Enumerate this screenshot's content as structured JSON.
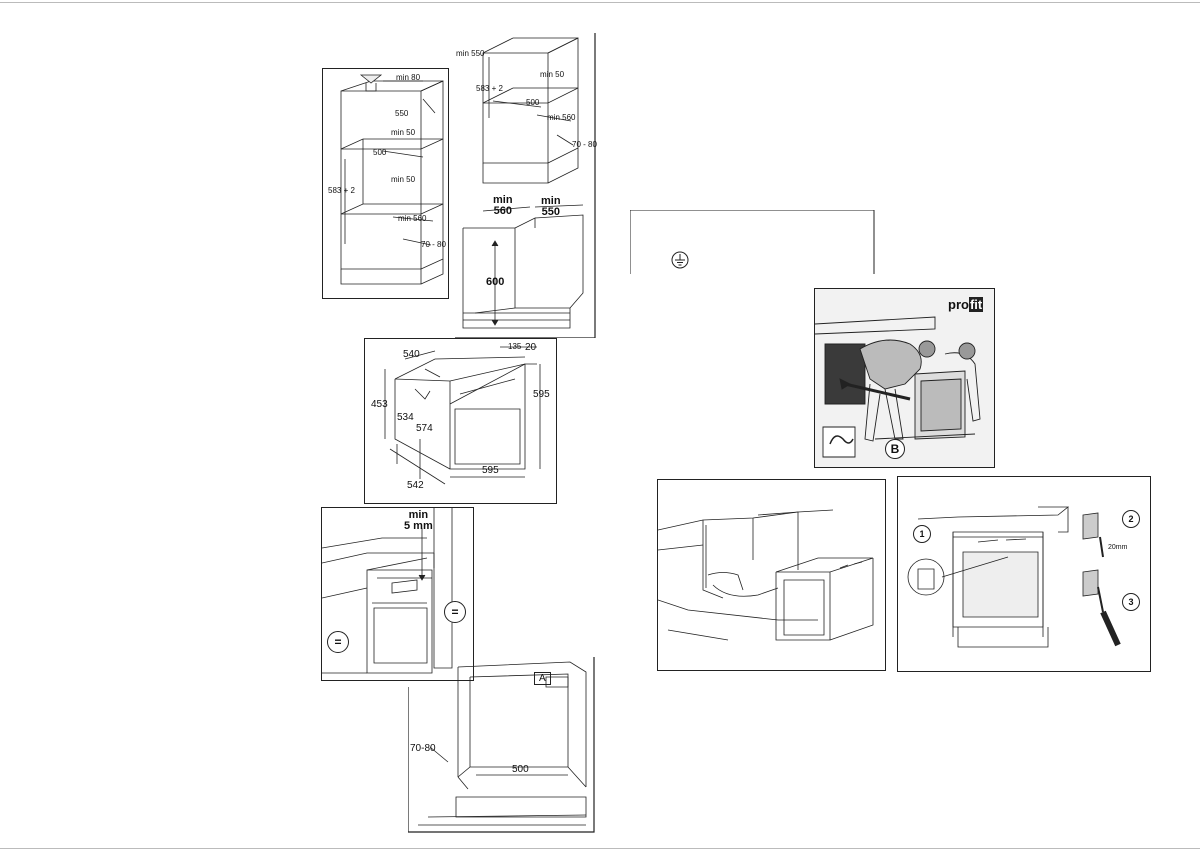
{
  "fig1": {
    "min80": "min 80",
    "d550": "550",
    "min50a": "min 50",
    "d500": "500",
    "h583": "583 + 2",
    "min50b": "min 50",
    "min560": "min 560",
    "r7080": "70 - 80"
  },
  "fig2": {
    "min550": "min 550",
    "h583": "583 + 2",
    "min50": "min 50",
    "d500": "500",
    "min560": "min 560",
    "r7080": "70 - 80"
  },
  "fig3": {
    "min560": "min\n560",
    "min550": "min\n550",
    "h600": "600"
  },
  "fig4": {
    "d540": "540",
    "d135": "135",
    "d20": "20",
    "d453": "453",
    "d534": "534",
    "d574": "574",
    "d595h": "595",
    "d595w": "595",
    "d542": "542"
  },
  "fig5": {
    "gap": "min\n5 mm",
    "eq": "="
  },
  "fig6": {
    "labelA": "A",
    "r7080": "70-80",
    "d500": "500"
  },
  "fig8": {
    "brand_pro": "pro",
    "brand_fit": "fit",
    "labelB": "B"
  },
  "fig10": {
    "n1": "1",
    "n2": "2",
    "n3": "3",
    "screw": "20mm"
  }
}
